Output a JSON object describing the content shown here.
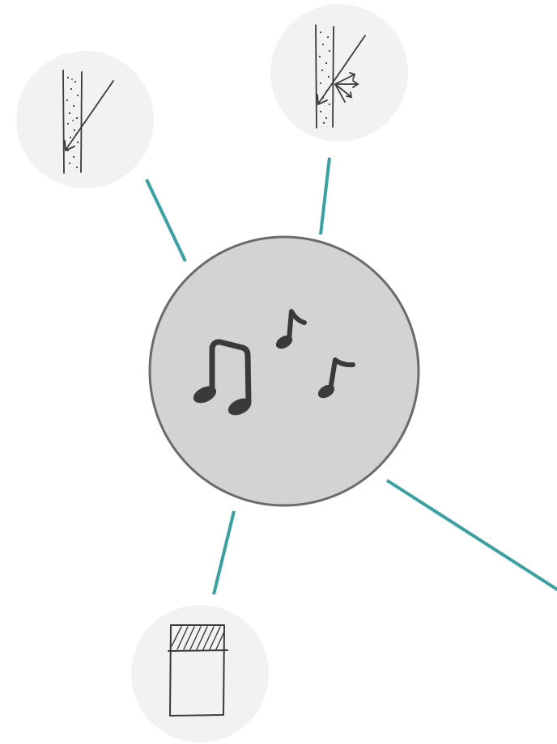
{
  "diagram": {
    "center": {
      "icon": "music-notes-icon"
    },
    "satellites": [
      {
        "id": "top-left",
        "icon": "sound-absorption-wall-icon"
      },
      {
        "id": "top",
        "icon": "sound-reflection-wall-icon"
      },
      {
        "id": "bottom",
        "icon": "panel-with-hatched-top-icon"
      }
    ],
    "connector_count": 4
  },
  "colors": {
    "background": "#ffffff",
    "center_fill": "#d2d3d5",
    "center_stroke": "#6b6b6d",
    "satellite_fill": "#f1f2f3",
    "connector": "#3aa0a0",
    "ink": "#3a3a3c"
  }
}
